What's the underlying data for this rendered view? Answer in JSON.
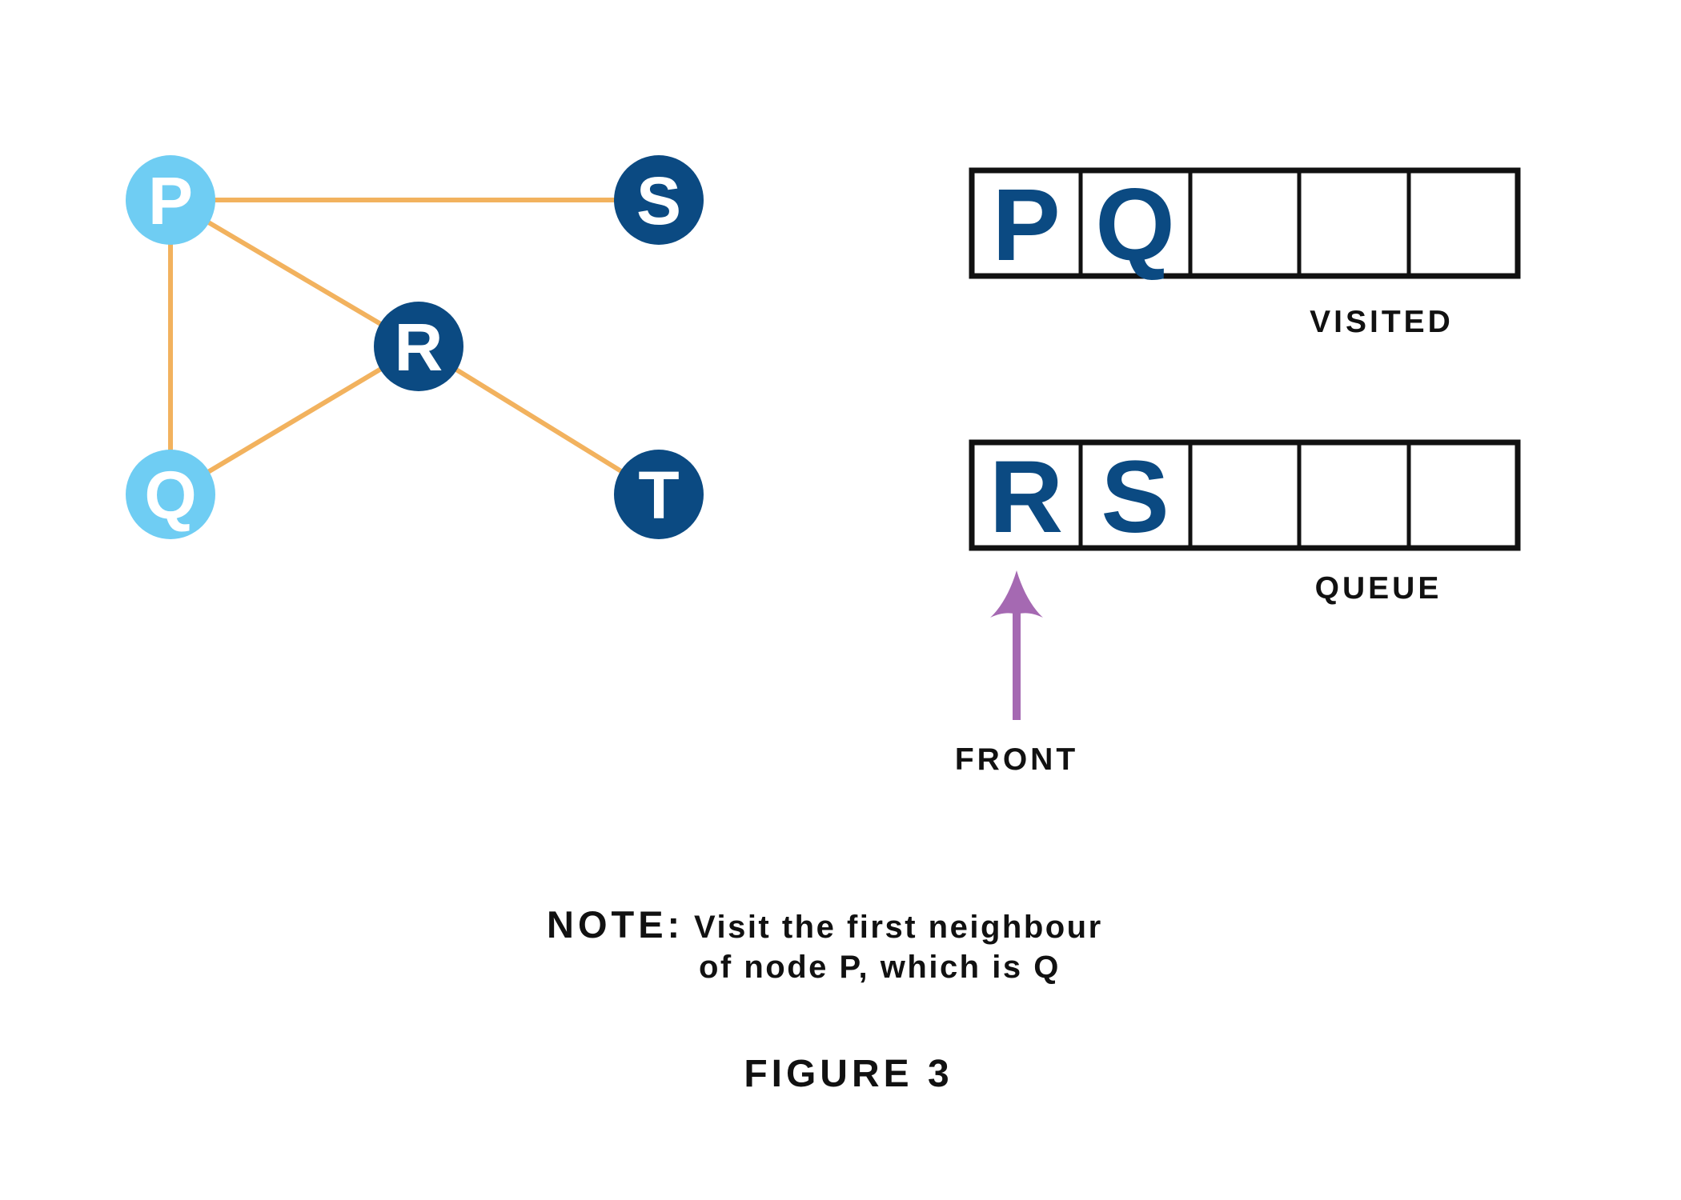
{
  "graph": {
    "nodes": [
      {
        "id": "P",
        "label": "P",
        "state": "visited",
        "color": "#6fcdf3"
      },
      {
        "id": "Q",
        "label": "Q",
        "state": "visited",
        "color": "#6fcdf3"
      },
      {
        "id": "R",
        "label": "R",
        "state": "unvisited",
        "color": "#0b4a82"
      },
      {
        "id": "S",
        "label": "S",
        "state": "unvisited",
        "color": "#0b4a82"
      },
      {
        "id": "T",
        "label": "T",
        "state": "unvisited",
        "color": "#0b4a82"
      }
    ],
    "edges": [
      {
        "from": "P",
        "to": "S"
      },
      {
        "from": "P",
        "to": "R"
      },
      {
        "from": "P",
        "to": "Q"
      },
      {
        "from": "Q",
        "to": "R"
      },
      {
        "from": "R",
        "to": "T"
      }
    ],
    "edge_color": "#f2b25e"
  },
  "visited": {
    "label": "VISITED",
    "cells": [
      "P",
      "Q",
      "",
      "",
      ""
    ]
  },
  "queue": {
    "label": "QUEUE",
    "cells": [
      "R",
      "S",
      "",
      "",
      ""
    ],
    "front_label": "FRONT",
    "arrow_color": "#a569b2"
  },
  "note": {
    "heading": "NOTE:",
    "lines": [
      "Visit the first neighbour",
      "of node P, which is Q"
    ]
  },
  "figure_title": "FIGURE 3",
  "colors": {
    "cell_text": "#0b4a82",
    "box_border": "#111111",
    "text": "#111111"
  }
}
